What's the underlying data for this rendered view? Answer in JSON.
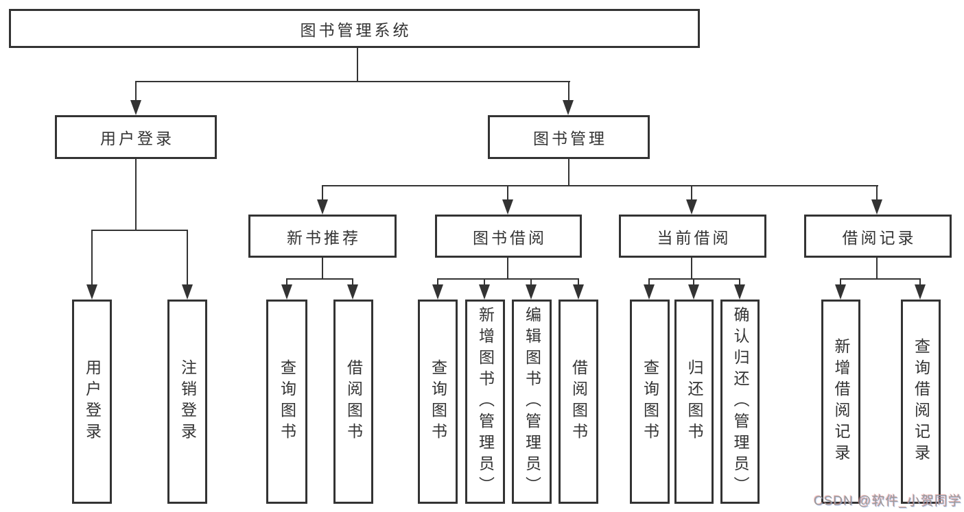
{
  "diagram": {
    "title": "图书管理系统",
    "level2": [
      {
        "label": "用户登录"
      },
      {
        "label": "图书管理"
      }
    ],
    "level3": [
      {
        "label": "新书推荐"
      },
      {
        "label": "图书借阅"
      },
      {
        "label": "当前借阅"
      },
      {
        "label": "借阅记录"
      }
    ],
    "leaves": {
      "user_login": [
        "用户登录",
        "注销登录"
      ],
      "new_book": [
        "查询图书",
        "借阅图书"
      ],
      "book_borrow": [
        "查询图书",
        "新增图书（管理员）",
        "编辑图书（管理员）",
        "借阅图书"
      ],
      "current_borrow": [
        "查询图书",
        "归还图书",
        "确认归还（管理员）"
      ],
      "borrow_records": [
        "新增借阅记录",
        "查询借阅记录"
      ]
    }
  },
  "watermark": {
    "text": "CSDN @软件_小贺同学"
  },
  "colors": {
    "line": "#333333",
    "box_border": "#333333",
    "text": "#333333",
    "background": "#ffffff",
    "watermark": "#9a9a9a"
  }
}
